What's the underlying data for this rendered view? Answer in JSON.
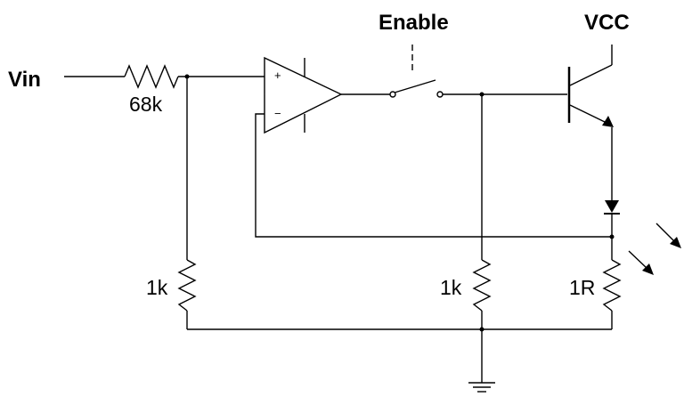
{
  "diagram": {
    "labels": {
      "vin": "Vin",
      "r_input": "68k",
      "enable": "Enable",
      "vcc": "VCC",
      "r_left": "1k",
      "r_mid": "1k",
      "r_sense": "1R",
      "opamp_plus": "+",
      "opamp_minus": "−"
    },
    "colors": {
      "wire": "#000000",
      "background": "#ffffff"
    },
    "components": [
      "resistor-68k",
      "op-amp",
      "enable-switch",
      "npn-transistor",
      "led",
      "resistor-1k-left",
      "resistor-1k-mid",
      "resistor-1r",
      "ground"
    ]
  }
}
